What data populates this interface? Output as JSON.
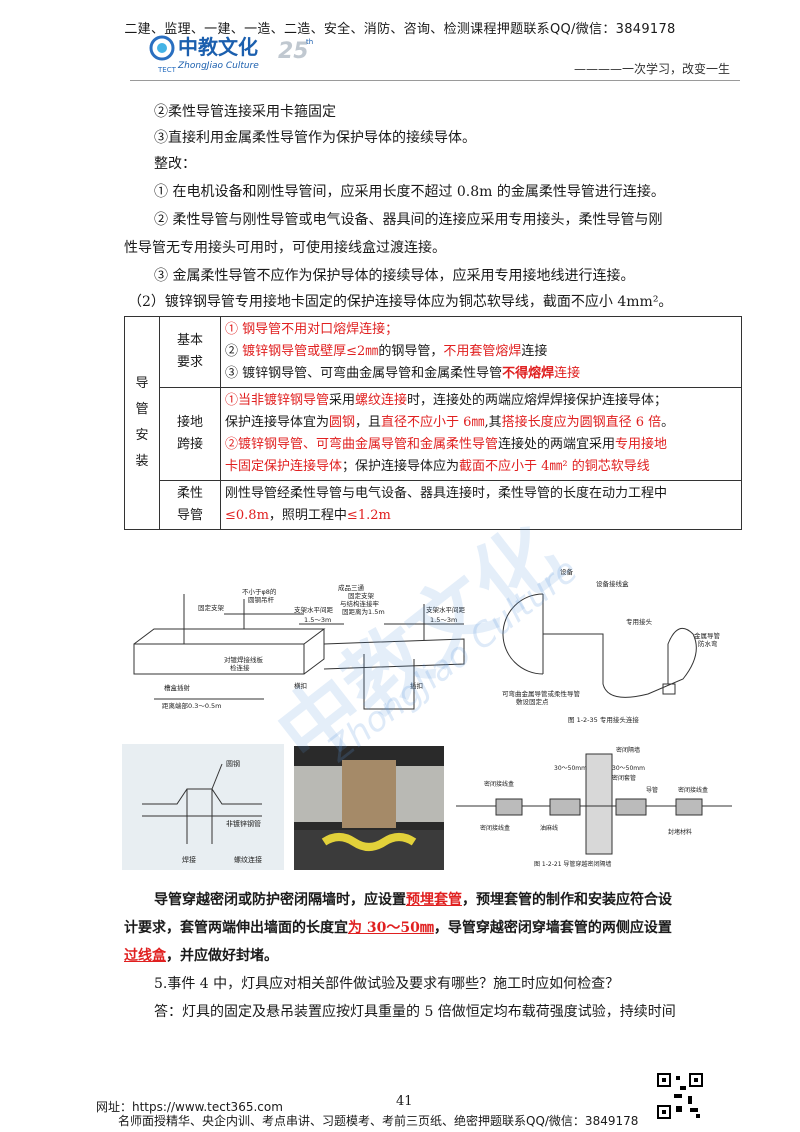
{
  "header": {
    "top_text": "二建、监理、一建、一造、二造、安全、消防、咨询、检测课程押题联系QQ/微信：3849178",
    "logo_cn": "中教文化",
    "logo_en": "ZhongJiao Culture",
    "logo_tag": "TECT",
    "logo_num": "25",
    "logo_sup": "th",
    "slogan": "————一次学习，改变一生"
  },
  "lines": {
    "l1": "②柔性导管连接采用卡箍固定",
    "l2": "③直接利用金属柔性导管作为保护导体的接续导体。",
    "l3": "整改：",
    "l4": "① 在电机设备和刚性导管间，应采用长度不超过 0.8m 的金属柔性导管进行连接。",
    "l5": "② 柔性导管与刚性导管或电气设备、器具间的连接应采用专用接头，柔性导管与刚",
    "l6": "性导管无专用接头可用时，可使用接线盒过渡连接。",
    "l7": "③ 金属柔性导管不应作为保护导体的接续导体，应采用专用接地线进行连接。",
    "l8": "（2）镀锌钢导管专用接地卡固定的保护连接导体应为铜芯软导线，截面不应小 4mm²。"
  },
  "table": {
    "group": [
      "导",
      "管",
      "安",
      "装"
    ],
    "r1_head": [
      "基本",
      "要求"
    ],
    "r1": {
      "a": "① 钢导管不用对口熔焊连接；",
      "b_pre": "② ",
      "b_red": "镀锌钢导管或壁厚≤2㎜",
      "b_mid": "的钢导管，",
      "b_red2": "不用套管熔焊",
      "b_post": "连接",
      "c_pre": "③ 镀锌钢导管、可弯曲金属导管和金属柔性导管",
      "c_red": "不得熔焊",
      "c_post": "连接"
    },
    "r2_head": [
      "接地",
      "跨接"
    ],
    "r2": {
      "a_red": "①当非镀锌钢导管",
      "a_1": "采用",
      "a_red2": "螺纹连接",
      "a_2": "时，连接处的两端应熔焊焊接保护连接导体；",
      "b_1": "保护连接导体宜为",
      "b_red": "圆钢",
      "b_2": "，且",
      "b_red2": "直径不应小于 6㎜",
      "b_3": ",其",
      "b_red3": "搭接长度应为圆钢直径 6 倍",
      "b_4": "。",
      "c_red": "②镀锌钢导管、可弯曲金属导管和金属柔性导管",
      "c_1": "连接处的两端宜采用",
      "c_red2": "专用接地",
      "d_red": "卡固定保护连接导体",
      "d_1": "；保护连接导体应为",
      "d_red2": "截面不应小于 4㎜² 的铜芯软导线"
    },
    "r3_head": [
      "柔性",
      "导管"
    ],
    "r3": {
      "a": "刚性导管经柔性导管与电气设备、器具连接时，柔性导管的长度在动力工程中",
      "b_red": "≤0.8m",
      "b_1": "，照明工程中",
      "b_red2": "≤1.2m"
    }
  },
  "fig1": {
    "labels": [
      "不小于φ8的",
      "圆钢吊杆",
      "固定支架",
      "成品三通",
      "固定支架",
      "与结构连接牢",
      "固距离为1.5m",
      "支架水平间距",
      "1.5～3m",
      "支架水平间距",
      "1.5～3m",
      "对镀焊接线板",
      "检连接",
      "横扣",
      "槽盒插射",
      "距离端部0.3～0.5m",
      "插扣"
    ]
  },
  "fig2": {
    "labels": [
      "设备",
      "设备接线盒",
      "专用接头",
      "金属导管",
      "防水弯",
      "可弯曲金属导管或柔性导管",
      "敷设固定点"
    ],
    "caption": "图 1-2-35  专用接头连接"
  },
  "fig3": {
    "labels": [
      "圆钢",
      "非镀锌钢管",
      "焊接",
      "螺纹连接"
    ]
  },
  "fig5": {
    "labels": [
      "密闭隔墙",
      "30～50mm",
      "30～50mm",
      "密闭套管",
      "密闭接线盒",
      "导管",
      "密闭接线盒",
      "封堵材料",
      "密闭接线盒",
      "油麻线"
    ],
    "caption": "图 1-2-21  导管穿越密闭隔墙"
  },
  "para9": {
    "a_1": "导管穿越密闭或防护密闭隔墙时，应设置",
    "a_red": "预埋套管",
    "a_2": "，预埋套管的制作和安装应符合设",
    "b_1": "计要求，套管两端伸出墙面的长度宜",
    "b_red": "为 30～50㎜",
    "b_2": "，导管穿越密闭穿墙套管的两侧应设置",
    "c_red": "过线盒",
    "c_1": "，并应做好封堵。"
  },
  "q5": "5.事件 4 中，灯具应对相关部件做试验及要求有哪些？施工时应如何检查？",
  "ans": "答：灯具的固定及悬吊装置应按灯具重量的 5 倍做恒定均布载荷强度试验，持续时间",
  "footer": {
    "url": "网址：https://www.tect365.com",
    "page": "41",
    "bottom": "名师面授精华、央企内训、考点串讲、习题模考、考前三页纸、绝密押题联系QQ/微信：3849178"
  },
  "watermark": "中教文化"
}
